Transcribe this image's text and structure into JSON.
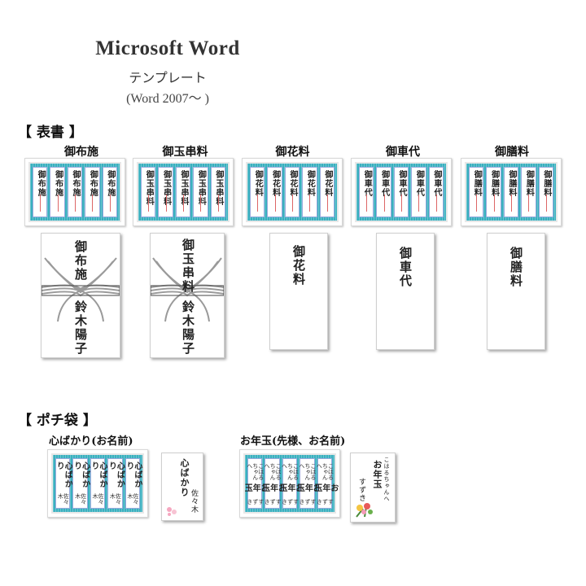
{
  "header": {
    "title": "Microsoft Word",
    "subtitle": "テンプレート",
    "version": "(Word 2007〜 )"
  },
  "section_omotegaki": {
    "label": "【 表書 】",
    "items": [
      {
        "name": "御布施",
        "strip": "御布施",
        "envelope_top": "御布施",
        "envelope_bottom": "鈴木陽子",
        "mizuhiki": true
      },
      {
        "name": "御玉串料",
        "strip": "御玉串料",
        "envelope_top": "御玉串料",
        "envelope_bottom": "鈴木陽子",
        "mizuhiki": true
      },
      {
        "name": "御花料",
        "strip": "御花料",
        "envelope_top": "御花料",
        "envelope_bottom": "",
        "mizuhiki": false
      },
      {
        "name": "御車代",
        "strip": "御車代",
        "envelope_top": "御車代",
        "envelope_bottom": "",
        "mizuhiki": false
      },
      {
        "name": "御膳料",
        "strip": "御膳料",
        "envelope_top": "御膳料",
        "envelope_bottom": "",
        "mizuhiki": false
      }
    ]
  },
  "section_pochi": {
    "label": "【 ポチ袋 】",
    "items": [
      {
        "name": "心ばかり(お名前)",
        "strip": "心ばかり",
        "strip_sub": "佐々木",
        "envelope_main": "心ばかり",
        "envelope_sub": "佐々木"
      },
      {
        "name": "お年玉(先様、お名前)",
        "strip": "お年玉",
        "strip_sub": "すずき",
        "strip_top": "こはるちゃんへ",
        "envelope_main": "お年玉",
        "envelope_sub": "すずき",
        "envelope_top": "こはるちゃんへ"
      }
    ]
  },
  "colors": {
    "sheet_border": "#3ab0bf",
    "mizuhiki": "#9a9a9a",
    "accent_red": "#d66666"
  }
}
